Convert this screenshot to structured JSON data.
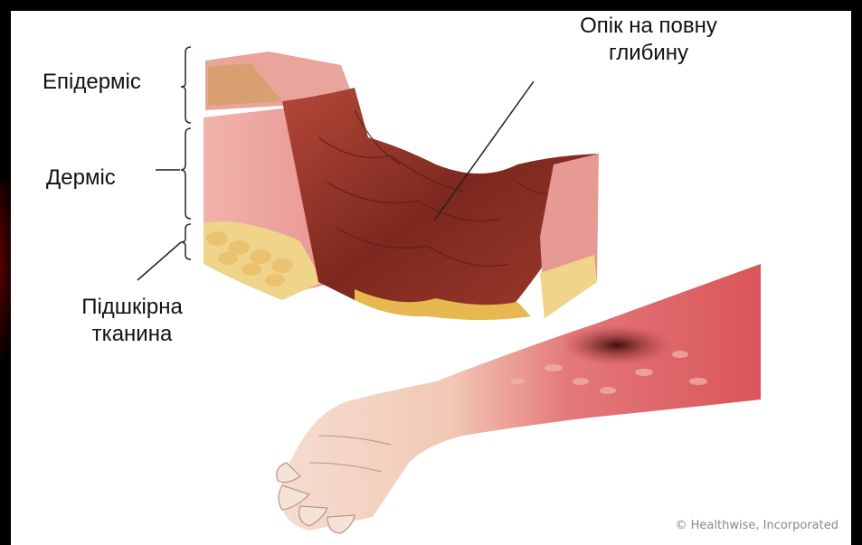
{
  "labels": {
    "epidermis": "Епідерміс",
    "dermis": "Дерміс",
    "subcutaneous_line1": "Підшкірна",
    "subcutaneous_line2": "тканина",
    "burn_line1": "Опік на повну",
    "burn_line2": "глибину"
  },
  "credit": "© Healthwise, Incorporated",
  "colors": {
    "background": "#000000",
    "panel": "#ffffff",
    "skin_pink": "#e8a3a0",
    "burn_dark": "#8a2f25",
    "fat_yellow": "#f0d48a",
    "forearm_red": "#d9555a"
  }
}
